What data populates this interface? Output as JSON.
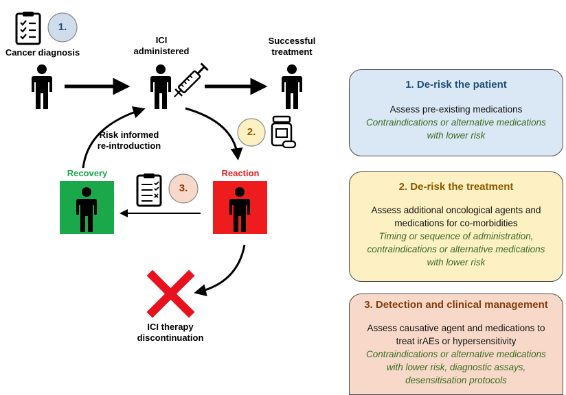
{
  "flow": {
    "cancer_diagnosis": "Cancer diagnosis",
    "ici_administered": "ICI\nadministered",
    "successful_treatment": "Successful\ntreatment",
    "risk_informed": "Risk informed\nre-introduction",
    "recovery": "Recovery",
    "reaction": "Reaction",
    "discontinuation": "ICI therapy\ndiscontinuation",
    "step1": "1.",
    "step2": "2.",
    "step3": "3."
  },
  "boxes": [
    {
      "title": "1. De-risk the patient",
      "body": "Assess pre-existing medications",
      "italic": "Contraindications or alternative medications\nwith lower risk"
    },
    {
      "title": "2. De-risk the treatment",
      "body": "Assess additional oncological agents and\nmedications for co-morbidities",
      "italic": "Timing or sequence of administration,\ncontraindications or alternative medications\nwith lower risk"
    },
    {
      "title": "3. Detection and clinical management",
      "body": "Assess causative agent and medications to\ntreat irAEs or hypersensitivity",
      "italic": "Contraindications or alternative medications\nwith lower risk, diagnostic assays,\ndesensitisation protocols"
    }
  ],
  "colors": {
    "box1_fill": "#dae8f5",
    "box1_title": "#1f4e79",
    "box2_fill": "#fdf0c2",
    "box2_title": "#8a5a00",
    "box3_fill": "#f8d9c9",
    "box3_title": "#843c0c",
    "recovery_green": "#1aa84a",
    "reaction_red": "#ee1c1c",
    "italic_green": "#3a6b22"
  }
}
